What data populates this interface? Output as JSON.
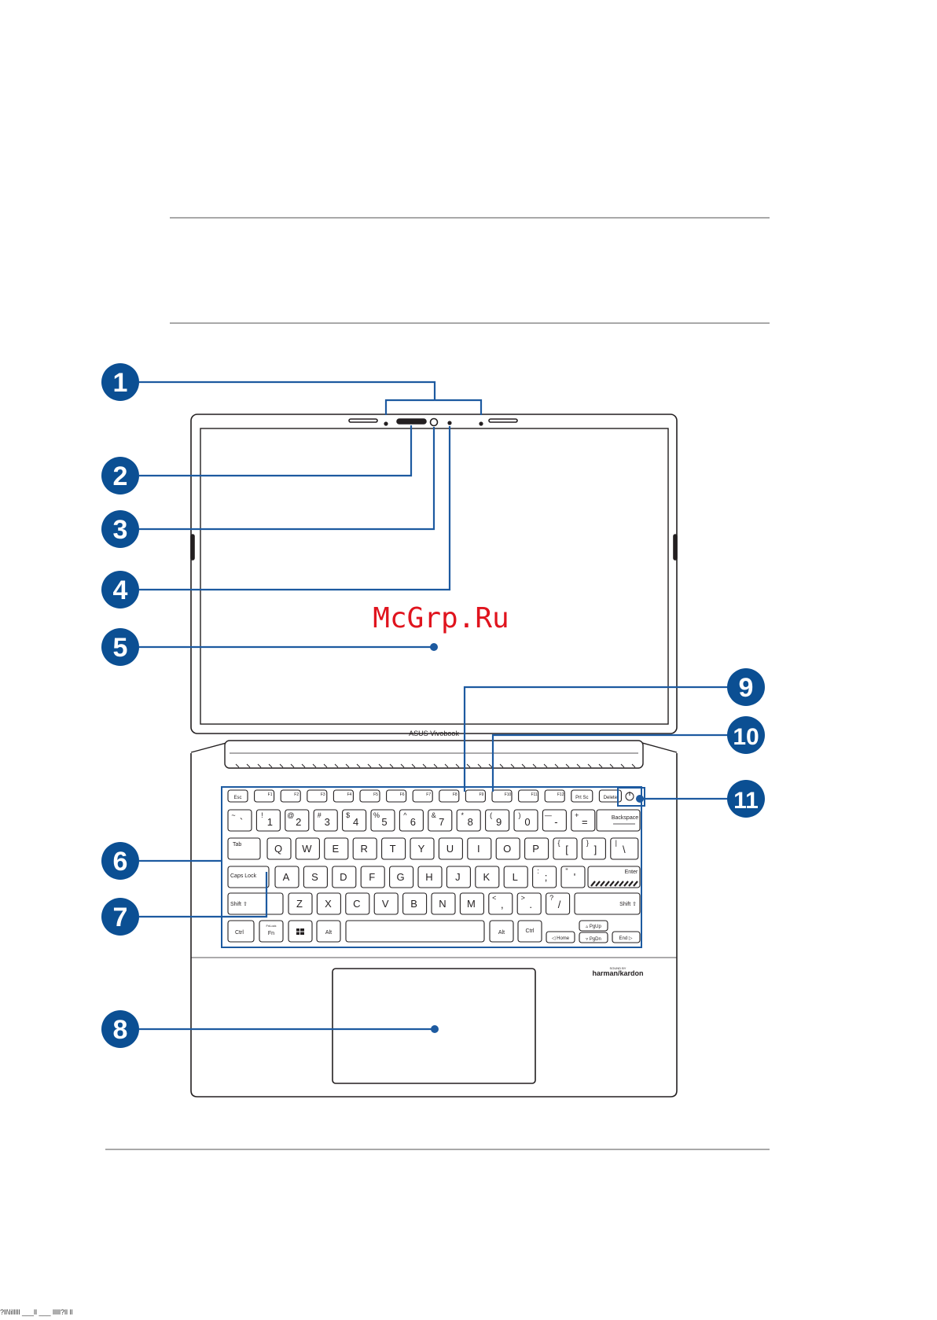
{
  "brand": {
    "model_label": "ASUS Vivobook",
    "audio_label": "harman/kardon",
    "audio_small": "SOUND BY"
  },
  "watermark": "McGrp.Ru",
  "callouts": [
    "1",
    "2",
    "3",
    "4",
    "5",
    "6",
    "7",
    "8",
    "9",
    "10",
    "11"
  ],
  "colors": {
    "callout": "#0b4f93",
    "leader": "#1d5aa0",
    "outline": "#231f20",
    "watermark": "#e0141e"
  },
  "keyboard": {
    "function_row": [
      "Esc",
      "F1",
      "F2",
      "F3",
      "F4",
      "F5",
      "F6",
      "F7",
      "F8",
      "F9",
      "F10",
      "F11",
      "F12",
      "Prt Sc",
      "Delete"
    ],
    "number_row": [
      {
        "top": "~",
        "main": "`"
      },
      {
        "top": "!",
        "main": "1"
      },
      {
        "top": "@",
        "main": "2"
      },
      {
        "top": "#",
        "main": "3"
      },
      {
        "top": "$",
        "main": "4"
      },
      {
        "top": "%",
        "main": "5"
      },
      {
        "top": "^",
        "main": "6"
      },
      {
        "top": "&",
        "main": "7"
      },
      {
        "top": "*",
        "main": "8"
      },
      {
        "top": "(",
        "main": "9"
      },
      {
        "top": ")",
        "main": "0"
      },
      {
        "top": "—",
        "main": "-"
      },
      {
        "top": "+",
        "main": "="
      }
    ],
    "backspace": "Backspace",
    "tab": "Tab",
    "qwerty_row": [
      "Q",
      "W",
      "E",
      "R",
      "T",
      "Y",
      "U",
      "I",
      "O",
      "P"
    ],
    "qwerty_extra": [
      {
        "top": "{",
        "main": "["
      },
      {
        "top": "}",
        "main": "]"
      },
      {
        "top": "|",
        "main": "\\"
      }
    ],
    "caps": "Caps Lock",
    "home_row": [
      "A",
      "S",
      "D",
      "F",
      "G",
      "H",
      "J",
      "K",
      "L"
    ],
    "home_extra": [
      {
        "top": ":",
        "main": ";"
      },
      {
        "top": "\"",
        "main": "'"
      }
    ],
    "enter": "Enter",
    "shift": "Shift ⇧",
    "bottom_letters": [
      "Z",
      "X",
      "C",
      "V",
      "B",
      "N",
      "M"
    ],
    "bottom_extra": [
      {
        "top": "<",
        "main": ","
      },
      {
        "top": ">",
        "main": "."
      },
      {
        "top": "?",
        "main": "/"
      }
    ],
    "ctrl": "Ctrl",
    "fn": "Fn",
    "fn_sub": "FnLock",
    "alt": "Alt",
    "pgup": "▵ PgUp",
    "pgdn": "▿ PgDn",
    "home": "◁ Home",
    "end": "End ▷"
  },
  "footer_text": "?ll\\lilllll ___ll ___ lllll?ll ll"
}
